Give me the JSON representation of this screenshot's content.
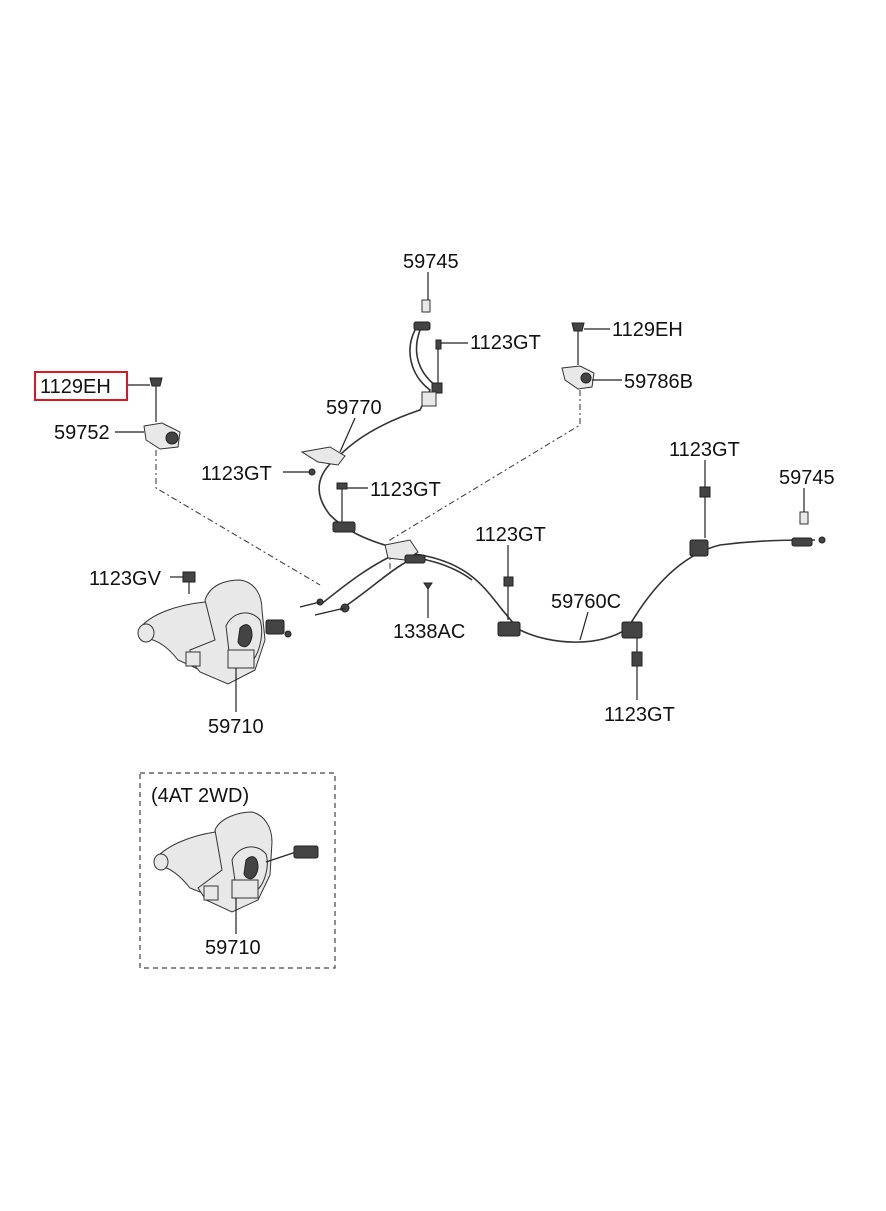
{
  "labels": {
    "a": "59745",
    "b": "1123GT",
    "c": "1129EH",
    "d": "59786B",
    "e": "1129EH",
    "f": "59770",
    "g": "59752",
    "h": "1123GT",
    "i": "1123GT",
    "j": "1123GT",
    "k": "59745",
    "l": "1123GT",
    "m": "1123GV",
    "n": "59760C",
    "o": "1338AC",
    "p": "59710",
    "q": "1123GT",
    "r": "(4AT 2WD)",
    "s": "59710"
  },
  "highlight_color": "#e0161e"
}
